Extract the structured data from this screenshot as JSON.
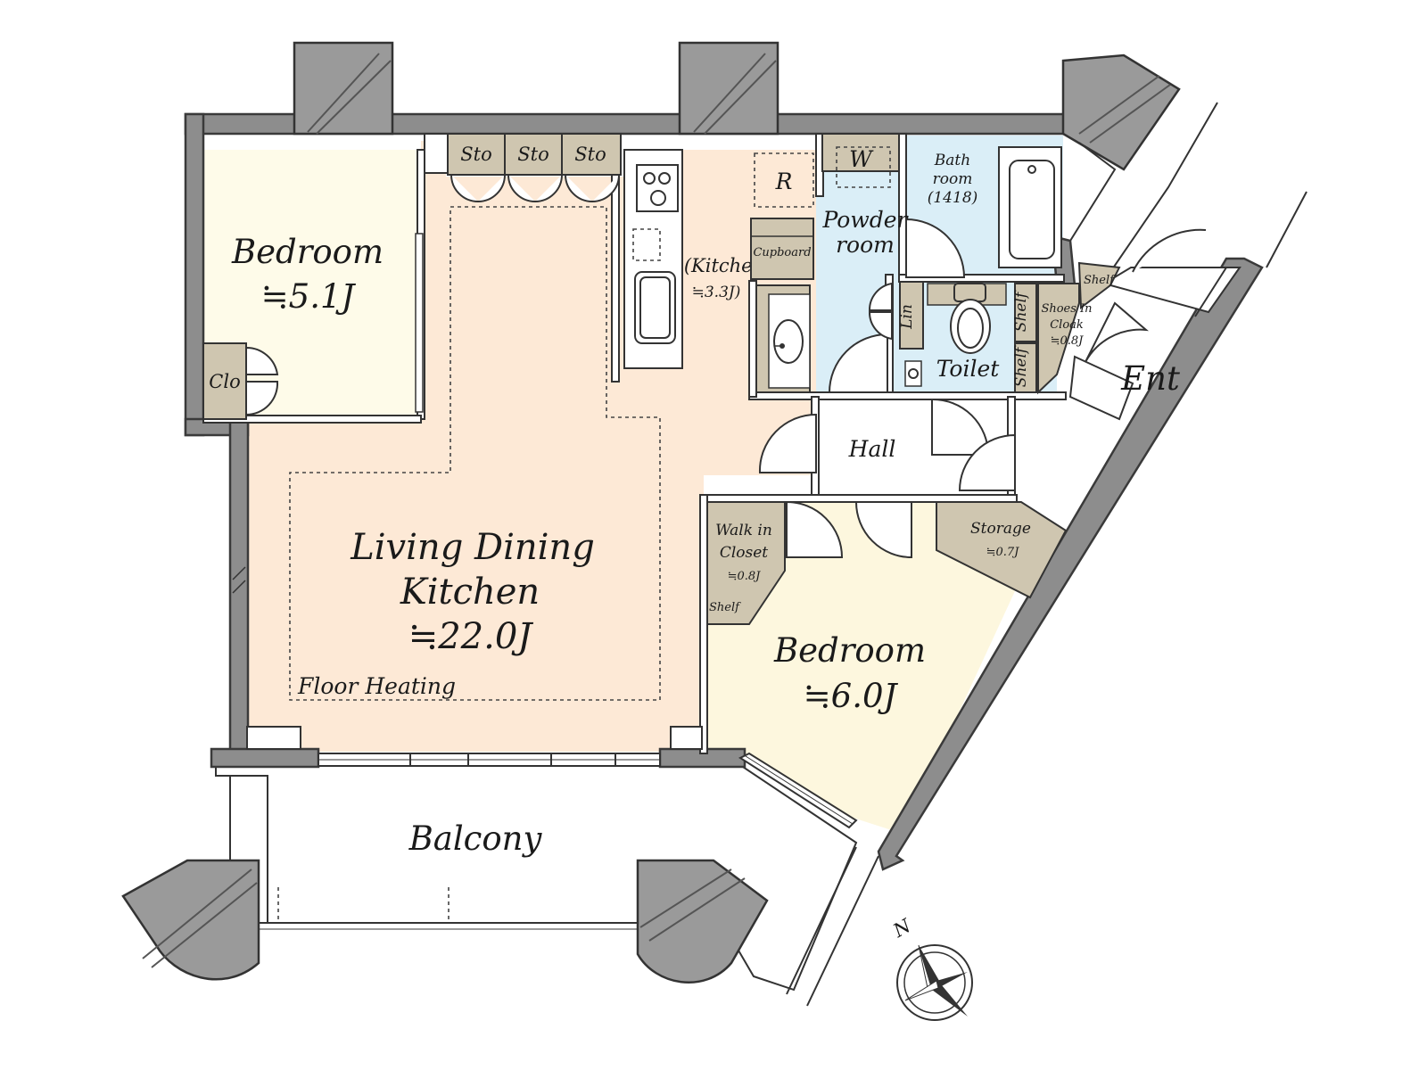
{
  "colors": {
    "living": "#fde9d6",
    "bedroom_small": "#fefbe9",
    "bedroom_large": "#fdf7de",
    "wet_area": "#daeef7",
    "storage": "#cfc6b0",
    "wall": "#8d8d8d",
    "column": "#9a9a9a"
  },
  "rooms": {
    "bedroom1": {
      "name": "Bedroom",
      "area": "≒5.1J"
    },
    "ldk": {
      "name_line1": "Living Dining",
      "name_line2": "Kitchen",
      "area": "≒22.0J",
      "note": "Floor Heating"
    },
    "kitchen": {
      "name": "(Kitchen",
      "area": "≒3.3J)"
    },
    "bedroom2": {
      "name": "Bedroom",
      "area": "≒6.0J"
    },
    "powder": {
      "line1": "Powder",
      "line2": "room"
    },
    "bath": {
      "line1": "Bath",
      "line2": "room",
      "line3": "(1418)"
    },
    "toilet": {
      "name": "Toilet"
    },
    "hall": {
      "name": "Hall"
    },
    "entrance": {
      "name": "Ent"
    },
    "balcony": {
      "name": "Balcony"
    },
    "walkin": {
      "line1": "Walk in",
      "line2": "Closet",
      "area": "≒0.8J",
      "shelf": "Shelf"
    },
    "storage": {
      "name": "Storage",
      "area": "≒0.7J"
    },
    "shoes": {
      "line1": "Shoes In",
      "line2": "Cloak",
      "area": "≒0.8J"
    }
  },
  "storage_labels": {
    "sto": [
      "Sto",
      "Sto",
      "Sto"
    ],
    "clo": "Clo",
    "w": "W",
    "r": "R",
    "cupboard": "Cupboard",
    "lin": "Lin",
    "shelf_toilet_top": "Shelf",
    "shelf_toilet_bottom": "Shelf",
    "shelf_entry": "Shelf"
  },
  "compass": {
    "label": "N"
  }
}
